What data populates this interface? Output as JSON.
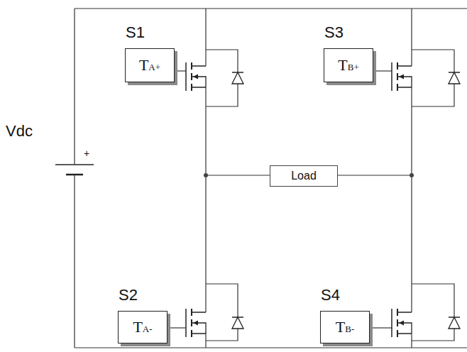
{
  "diagram": {
    "nodes": [
      {
        "text": [
          "S1",
          "TA+"
        ]
      },
      {
        "text": [
          "S3",
          "TB+"
        ]
      },
      {
        "text": [
          "Load"
        ]
      },
      {
        "text": [
          "S2",
          "TA-"
        ]
      },
      {
        "text": [
          "S4",
          "TB-"
        ]
      }
    ],
    "labels": [
      "Vdc",
      "+"
    ]
  }
}
